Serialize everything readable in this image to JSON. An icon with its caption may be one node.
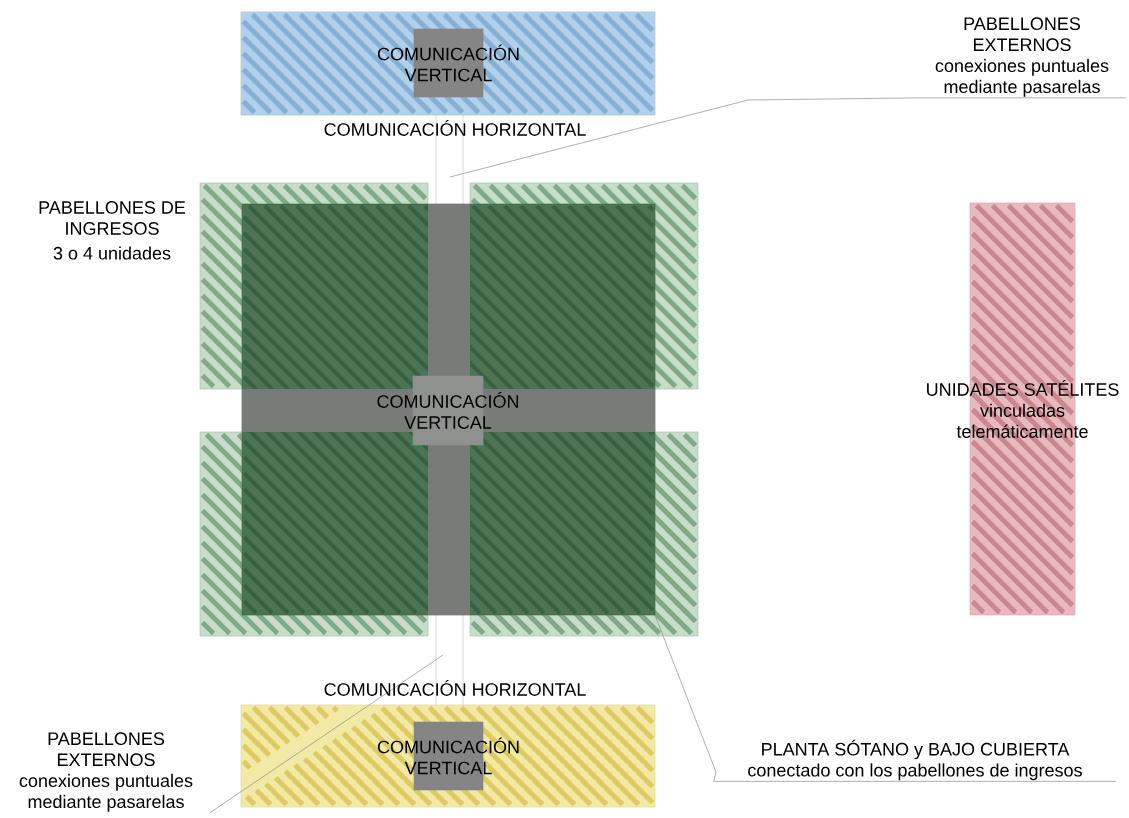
{
  "diagram": {
    "nodes": [
      {
        "text": [],
        "shape": "box"
      },
      {
        "text": [
          "COMUNICACIÓN VERTICAL"
        ],
        "in": 0
      },
      {
        "text": [
          "PABELLONES EXTERNOS",
          "conexiones puntuales mediante pasarelas"
        ]
      },
      {
        "text": [],
        "shape": "box",
        "beside": [
          "PABELLONES DE INGRESOS",
          "3 o 4 unidades"
        ]
      },
      {
        "text": [],
        "shape": "box"
      },
      {
        "text": [],
        "shape": "box"
      },
      {
        "text": [],
        "shape": "box"
      },
      {
        "text": [],
        "shape": "box"
      },
      {
        "text": [
          "COMUNICACIÓN VERTICAL"
        ],
        "in": 7
      },
      {
        "text": [
          "UNIDADES SATÉLITES",
          "vinculadas telemáticamente"
        ]
      },
      {
        "text": [],
        "shape": "box"
      },
      {
        "text": [
          "COMUNICACIÓN VERTICAL"
        ],
        "in": 10
      },
      {
        "text": [
          "PABELLONES EXTERNOS",
          "conexiones puntuales mediante pasarelas"
        ]
      },
      {
        "text": [
          "PLANTA SÓTANO y BAJO CUBIERTA",
          "conectado con los pabellones de ingresos"
        ]
      }
    ],
    "edges": [
      {
        "from": 2,
        "to": null,
        "arrow": "none"
      },
      {
        "from": 12,
        "to": null,
        "arrow": "none"
      },
      {
        "from": 13,
        "to": 7,
        "arrow": "none"
      }
    ],
    "labels": [
      "COMUNICACIÓN HORIZONTAL",
      "COMUNICACIÓN HORIZONTAL"
    ]
  }
}
